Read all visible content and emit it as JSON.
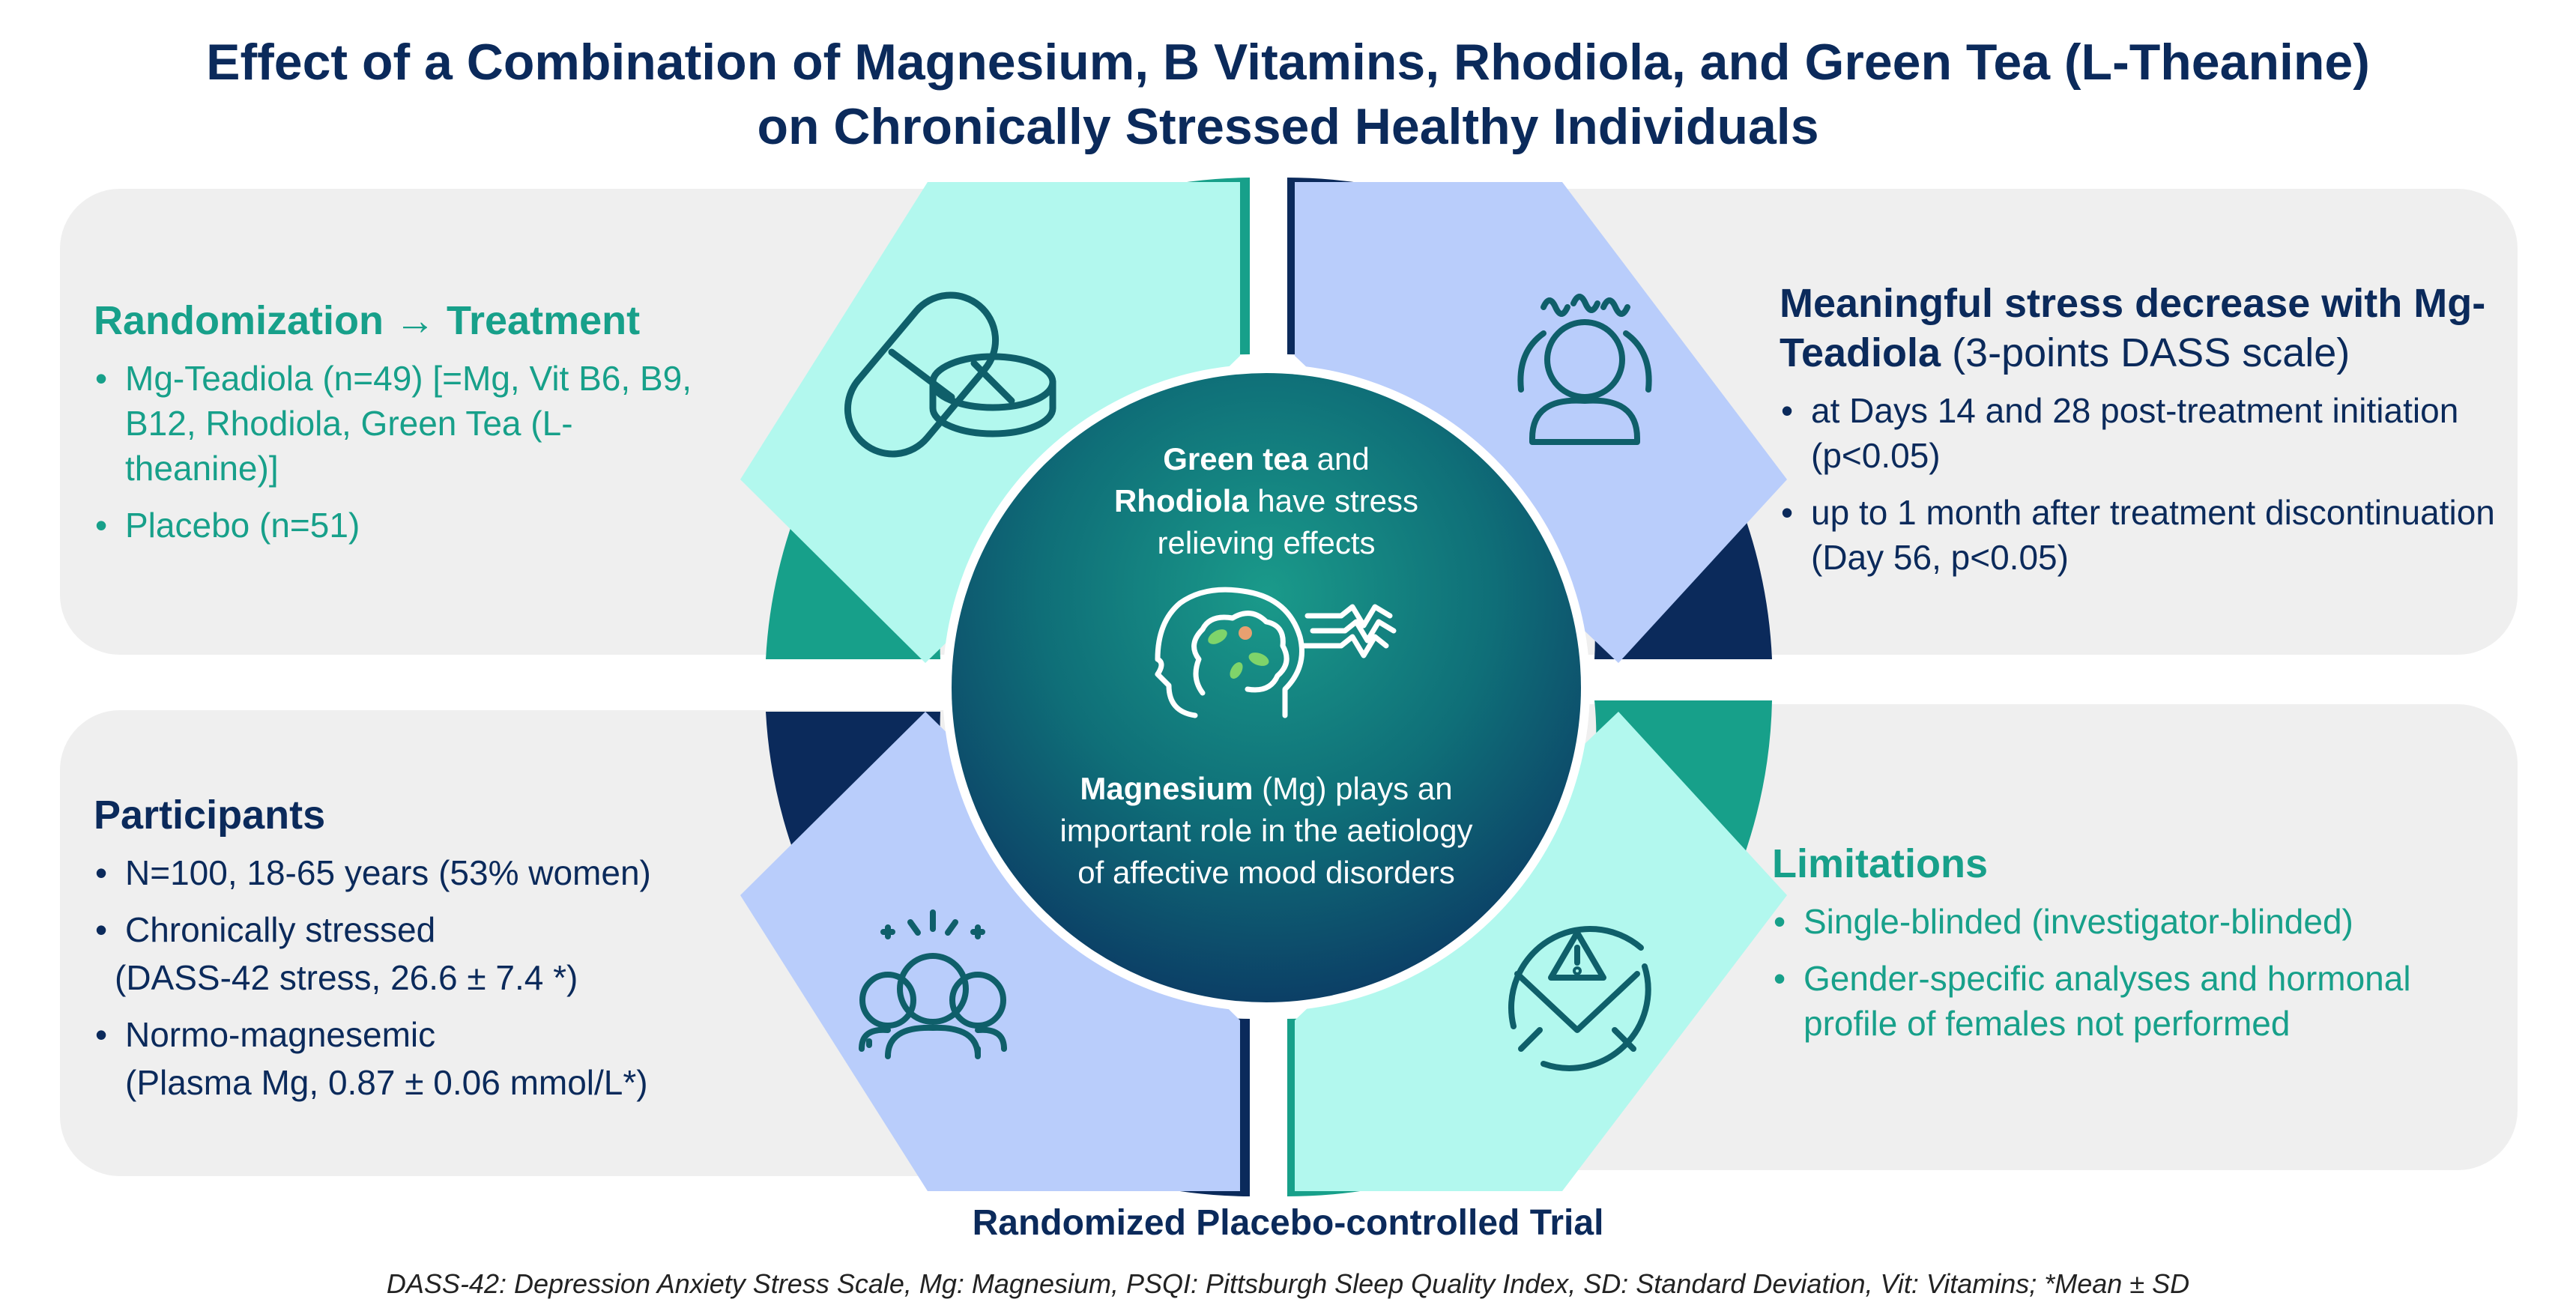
{
  "title": {
    "line1": "Effect of a Combination of Magnesium, B Vitamins, Rhodiola, and Green Tea (L-Theanine)",
    "line2": "on Chronically Stressed Healthy Individuals"
  },
  "randomization": {
    "heading": "Randomization → Treatment",
    "items": [
      "Mg-Teadiola (n=49) [=Mg, Vit B6, B9, B12, Rhodiola, Green Tea (L-theanine)]",
      "Placebo (n=51)"
    ]
  },
  "outcome": {
    "heading_bold": "Meaningful stress decrease with Mg-Teadiola",
    "heading_rest": " (3-points DASS scale)",
    "items": [
      "at Days 14 and 28 post-treatment initiation (p<0.05)",
      "up to 1 month after treatment discontinuation (Day 56, p<0.05)"
    ]
  },
  "participants": {
    "heading": "Participants",
    "items": [
      "N=100, 18-65 years (53% women)",
      "Chronically stressed",
      "(DASS-42 stress, 26.6 ± 7.4 *)",
      "Normo-magnesemic",
      "(Plasma Mg, 0.87 ± 0.06 mmol/L*)"
    ]
  },
  "limitations": {
    "heading": "Limitations",
    "items": [
      "Single-blinded (investigator-blinded)",
      "Gender-specific analyses and hormonal profile of females not performed"
    ]
  },
  "center": {
    "top_bold1": "Green tea",
    "top_text1": " and",
    "top_bold2": "Rhodiola",
    "top_text2": " have stress relieving effects",
    "bottom_bold": "Magnesium",
    "bottom_text": " (Mg) plays an important role in the aetiology of affective mood disorders"
  },
  "caption": "Randomized Placebo-controlled Trial",
  "footnote": "DASS-42: Depression Anxiety Stress Scale, Mg: Magnesium, PSQI: Pittsburgh Sleep Quality Index, SD: Standard Deviation, Vit: Vitamins; *Mean ± SD",
  "colors": {
    "navy": "#0b2a5b",
    "teal": "#17a08a",
    "mint": "#b2f8ee",
    "periwinkle": "#b9cdfb",
    "panel_grey": "#efefef"
  },
  "icons": [
    "pills-icon",
    "stressed-person-icon",
    "team-icon",
    "no-stress-warning-icon",
    "brain-profile-icon"
  ]
}
